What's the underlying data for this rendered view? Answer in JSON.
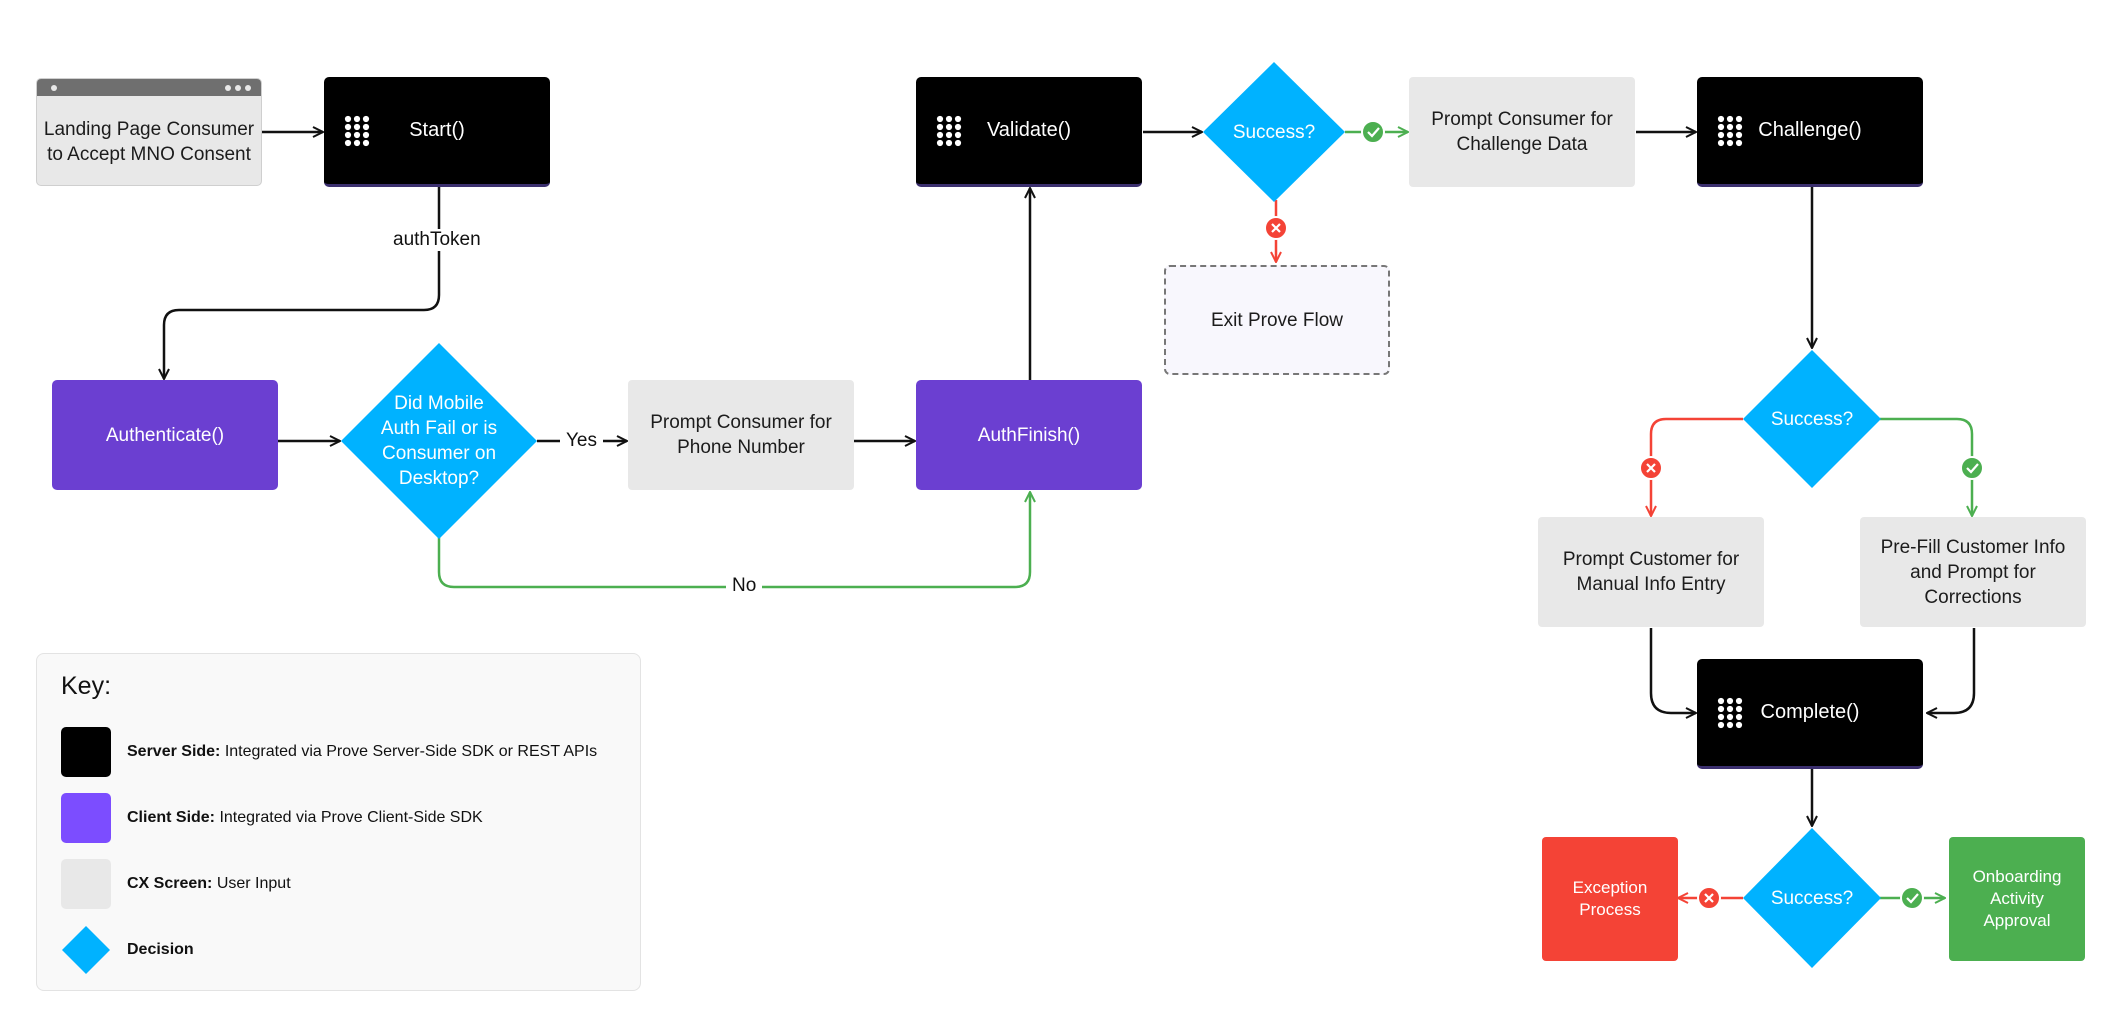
{
  "nodes": {
    "landing": "Landing Page Consumer to Accept MNO Consent",
    "start": "Start()",
    "authenticate": "Authenticate()",
    "decision_mobile": "Did Mobile Auth Fail or is Consumer on Desktop?",
    "prompt_phone": "Prompt Consumer for Phone Number",
    "auth_finish": "AuthFinish()",
    "validate": "Validate()",
    "success_validate": "Success?",
    "exit_prove": "Exit Prove Flow",
    "prompt_challenge": "Prompt Consumer for Challenge Data",
    "challenge": "Challenge()",
    "success_challenge": "Success?",
    "prompt_manual": "Prompt Customer for Manual Info Entry",
    "prefill": "Pre-Fill Customer Info and Prompt for Corrections",
    "complete": "Complete()",
    "success_complete": "Success?",
    "exception": "Exception Process",
    "onboarding": "Onboarding Activity Approval"
  },
  "edge_labels": {
    "auth_token": "authToken",
    "yes": "Yes",
    "no": "No"
  },
  "key": {
    "title": "Key:",
    "server_strong": "Server Side:",
    "server_text": " Integrated via Prove Server-Side SDK or REST APIs",
    "client_strong": "Client Side:",
    "client_text": " Integrated via Prove Client-Side SDK",
    "cx_strong": "CX Screen:",
    "cx_text": " User Input",
    "decision_strong": "Decision"
  },
  "colors": {
    "server": "#000000",
    "client": "#6b3fd1",
    "client_swatch": "#7c4dff",
    "cx": "#e8e8e8",
    "decision": "#00b2ff",
    "success": "#4caf50",
    "failure": "#f44336",
    "line": "#111111"
  },
  "icons": {
    "server": "keypad-icon",
    "success": "check-circle-icon",
    "failure": "x-circle-icon"
  }
}
